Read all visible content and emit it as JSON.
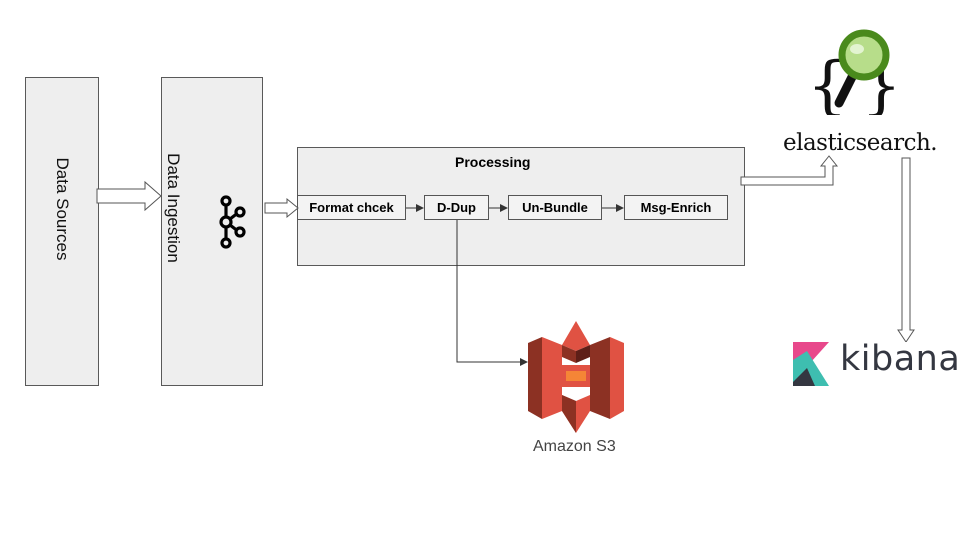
{
  "diagram": {
    "nodes": {
      "data_sources": "Data Sources",
      "data_ingestion": "Data Ingestion",
      "processing": "Processing"
    },
    "steps": [
      "Format chcek",
      "D-Dup",
      "Un-Bundle",
      "Msg-Enrich"
    ],
    "logos": {
      "kafka_icon": "kafka-icon",
      "elasticsearch": "elasticsearch.",
      "amazon_s3": "Amazon S3",
      "kibana": "kibana"
    },
    "colors": {
      "panel_fill": "#eeeeee",
      "s3_red": "#e05243",
      "s3_dark": "#8c3123",
      "elastic_green": "#4a8a1c",
      "kibana_pink": "#e8488b",
      "kibana_teal": "#3ebeb0",
      "kibana_dark": "#343741"
    }
  }
}
